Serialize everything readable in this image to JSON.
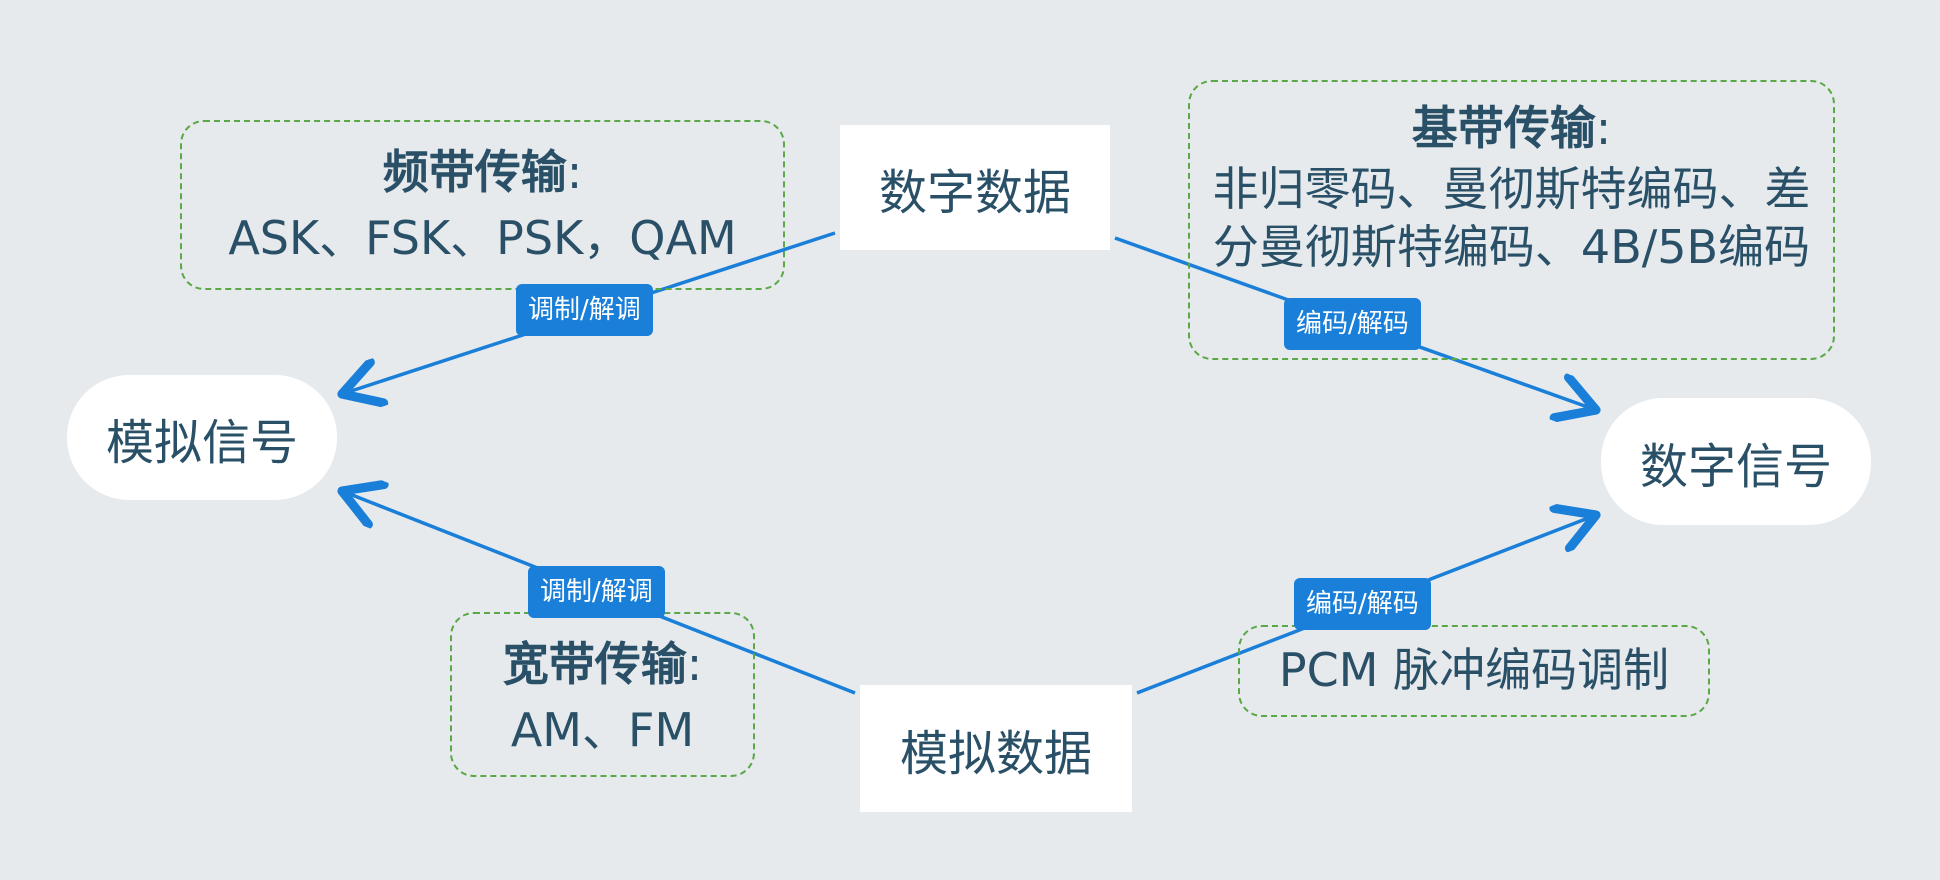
{
  "nodes": {
    "digital_data": "数字数据",
    "analog_signal": "模拟信号",
    "digital_signal": "数字信号",
    "analog_data": "模拟数据"
  },
  "callouts": {
    "passband": {
      "title": "频带传输",
      "colon": ":",
      "body": "ASK、FSK、PSK，QAM"
    },
    "baseband": {
      "title": "基带传输",
      "colon": ":",
      "body": "非归零码、曼彻斯特编码、差分曼彻斯特编码、4B/5B编码"
    },
    "broadband": {
      "title": "宽带传输",
      "colon": ":",
      "body": "AM、FM"
    },
    "pcm": {
      "body": "PCM 脉冲编码调制"
    }
  },
  "edge_labels": {
    "dd_to_as": "调制/解调",
    "dd_to_ds": "编码/解码",
    "ad_to_as": "调制/解调",
    "ad_to_ds": "编码/解码"
  },
  "colors": {
    "background": "#e6eaed",
    "arrow": "#1a7fd8",
    "label_bg": "#1a7fd8",
    "callout_border": "#5aa846",
    "text": "#2a5068"
  }
}
